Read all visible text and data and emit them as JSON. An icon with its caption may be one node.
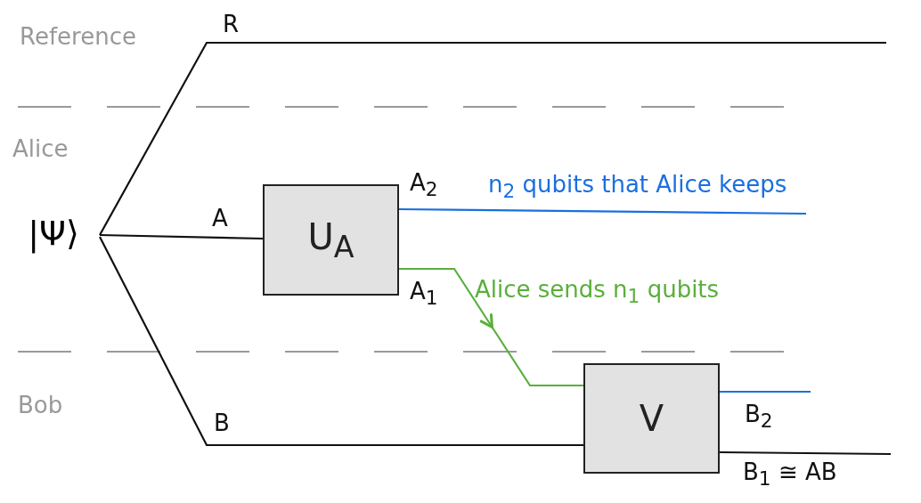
{
  "diagram": {
    "nodes": [
      {
        "text": [
          "|Ψ⟩"
        ]
      },
      {
        "text": [
          "U$_{A}$"
        ]
      },
      {
        "text": [
          "V"
        ]
      }
    ],
    "edges": [
      {
        "from": 0,
        "to": null,
        "arrow": "none",
        "label": "R"
      },
      {
        "from": 0,
        "to": 1,
        "arrow": "none",
        "label": "A"
      },
      {
        "from": 0,
        "to": 2,
        "arrow": "none",
        "label": "B"
      },
      {
        "from": 1,
        "to": null,
        "arrow": "none",
        "label": "A$_{2}$",
        "color": "#1a6fe0"
      },
      {
        "from": 1,
        "to": 2,
        "arrow": "to",
        "label": "A$_{1}$",
        "color": "#5aaf3c"
      },
      {
        "from": 2,
        "to": null,
        "arrow": "none",
        "label": "B$_{2}$",
        "color": "#1a6fe0"
      },
      {
        "from": 2,
        "to": null,
        "arrow": "none",
        "label": "B$_{1}$ ≅ AB"
      }
    ],
    "labels": [
      "Reference",
      "Alice",
      "n$_{2}$ qubits that Alice keeps",
      "Alice sends n$_{1}$ qubits",
      "Bob"
    ]
  }
}
